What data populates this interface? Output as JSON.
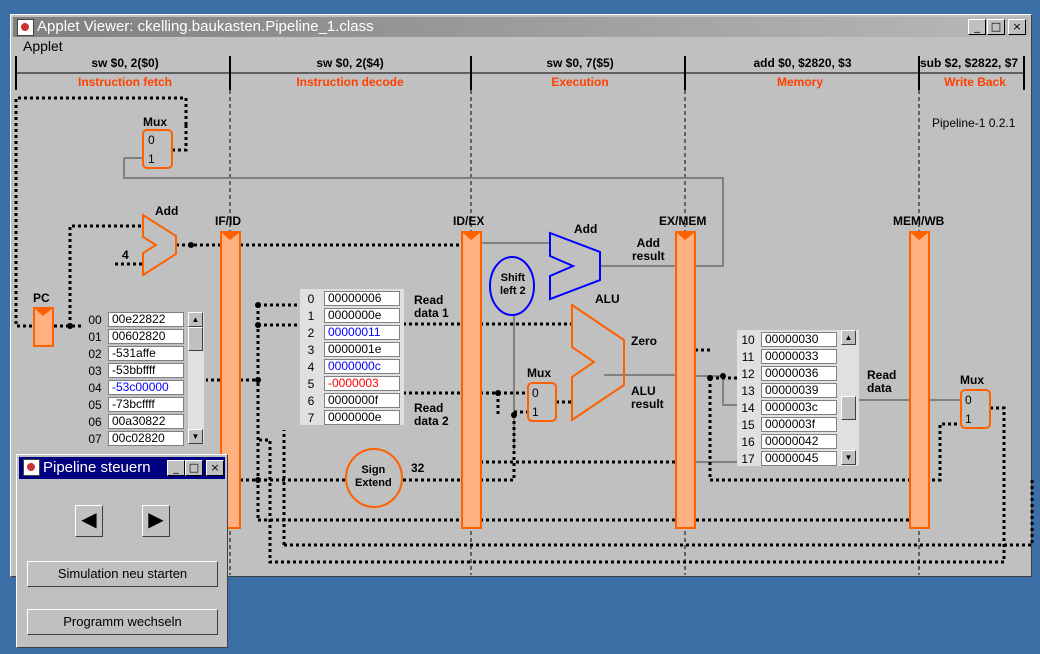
{
  "window": {
    "title": "Applet Viewer: ckelling.baukasten.Pipeline_1.class",
    "menu": "Applet",
    "buttons": {
      "minimize": "_",
      "maximize": "□",
      "close": "×"
    }
  },
  "pipeline": {
    "version": "Pipeline-1 0.2.1",
    "stages": [
      {
        "name": "Instruction fetch",
        "instruction": "sw $0, 2($0)"
      },
      {
        "name": "Instruction decode",
        "instruction": "sw $0, 2($4)"
      },
      {
        "name": "Execution",
        "instruction": "sw $0, 7($5)"
      },
      {
        "name": "Memory",
        "instruction": "add $0, $2820, $3"
      },
      {
        "name": "Write Back",
        "instruction": "sub $2, $2822, $7"
      }
    ],
    "pipeline_registers": [
      "IF/ID",
      "ID/EX",
      "EX/MEM",
      "MEM/WB"
    ]
  },
  "components": {
    "mux_top": {
      "label": "Mux",
      "in0": "0",
      "in1": "1"
    },
    "mux_alu": {
      "label": "Mux",
      "in0": "0",
      "in1": "1"
    },
    "mux_wb": {
      "label": "Mux",
      "in0": "0",
      "in1": "1"
    },
    "add_pc": {
      "label": "Add",
      "const": "4"
    },
    "add_branch": {
      "label": "Add",
      "result": "Add\nresult"
    },
    "pc": {
      "label": "PC"
    },
    "shift": {
      "label": "Shift\nleft 2"
    },
    "sign_extend": {
      "label": "Sign\nExtend",
      "bits": "32"
    },
    "alu": {
      "label": "ALU",
      "zero": "Zero",
      "result": "ALU\nresult"
    },
    "regs": {
      "read1": "Read\ndata 1",
      "read2": "Read\ndata 2"
    },
    "memory": {
      "read": "Read\ndata"
    }
  },
  "instruction_memory": [
    {
      "addr": "00",
      "value": "00e22822"
    },
    {
      "addr": "01",
      "value": "00602820"
    },
    {
      "addr": "02",
      "value": "-531affe"
    },
    {
      "addr": "03",
      "value": "-53bbffff"
    },
    {
      "addr": "04",
      "value": "-53c00000",
      "color": "#0000ff"
    },
    {
      "addr": "05",
      "value": "-73bcffff"
    },
    {
      "addr": "06",
      "value": "00a30822"
    },
    {
      "addr": "07",
      "value": "00c02820"
    }
  ],
  "register_file": [
    {
      "idx": "0",
      "value": "00000006"
    },
    {
      "idx": "1",
      "value": "0000000e"
    },
    {
      "idx": "2",
      "value": "00000011",
      "color": "#0000ff"
    },
    {
      "idx": "3",
      "value": "0000001e"
    },
    {
      "idx": "4",
      "value": "0000000c",
      "color": "#0000ff"
    },
    {
      "idx": "5",
      "value": "-0000003",
      "color": "#ff0000"
    },
    {
      "idx": "6",
      "value": "0000000f"
    },
    {
      "idx": "7",
      "value": "0000000e"
    }
  ],
  "data_memory": [
    {
      "idx": "10",
      "value": "00000030"
    },
    {
      "idx": "11",
      "value": "00000033"
    },
    {
      "idx": "12",
      "value": "00000036"
    },
    {
      "idx": "13",
      "value": "00000039"
    },
    {
      "idx": "14",
      "value": "0000003c"
    },
    {
      "idx": "15",
      "value": "0000003f"
    },
    {
      "idx": "16",
      "value": "00000042"
    },
    {
      "idx": "17",
      "value": "00000045"
    }
  ],
  "dialog": {
    "title": "Pipeline steuern",
    "back": "◀",
    "forward": "▶",
    "restart": "Simulation neu starten",
    "change": "Programm wechseln"
  },
  "colors": {
    "orange": "#ff6000",
    "register_fill": "#ffb080",
    "blue": "#0000ff",
    "gray_line": "#808080"
  }
}
